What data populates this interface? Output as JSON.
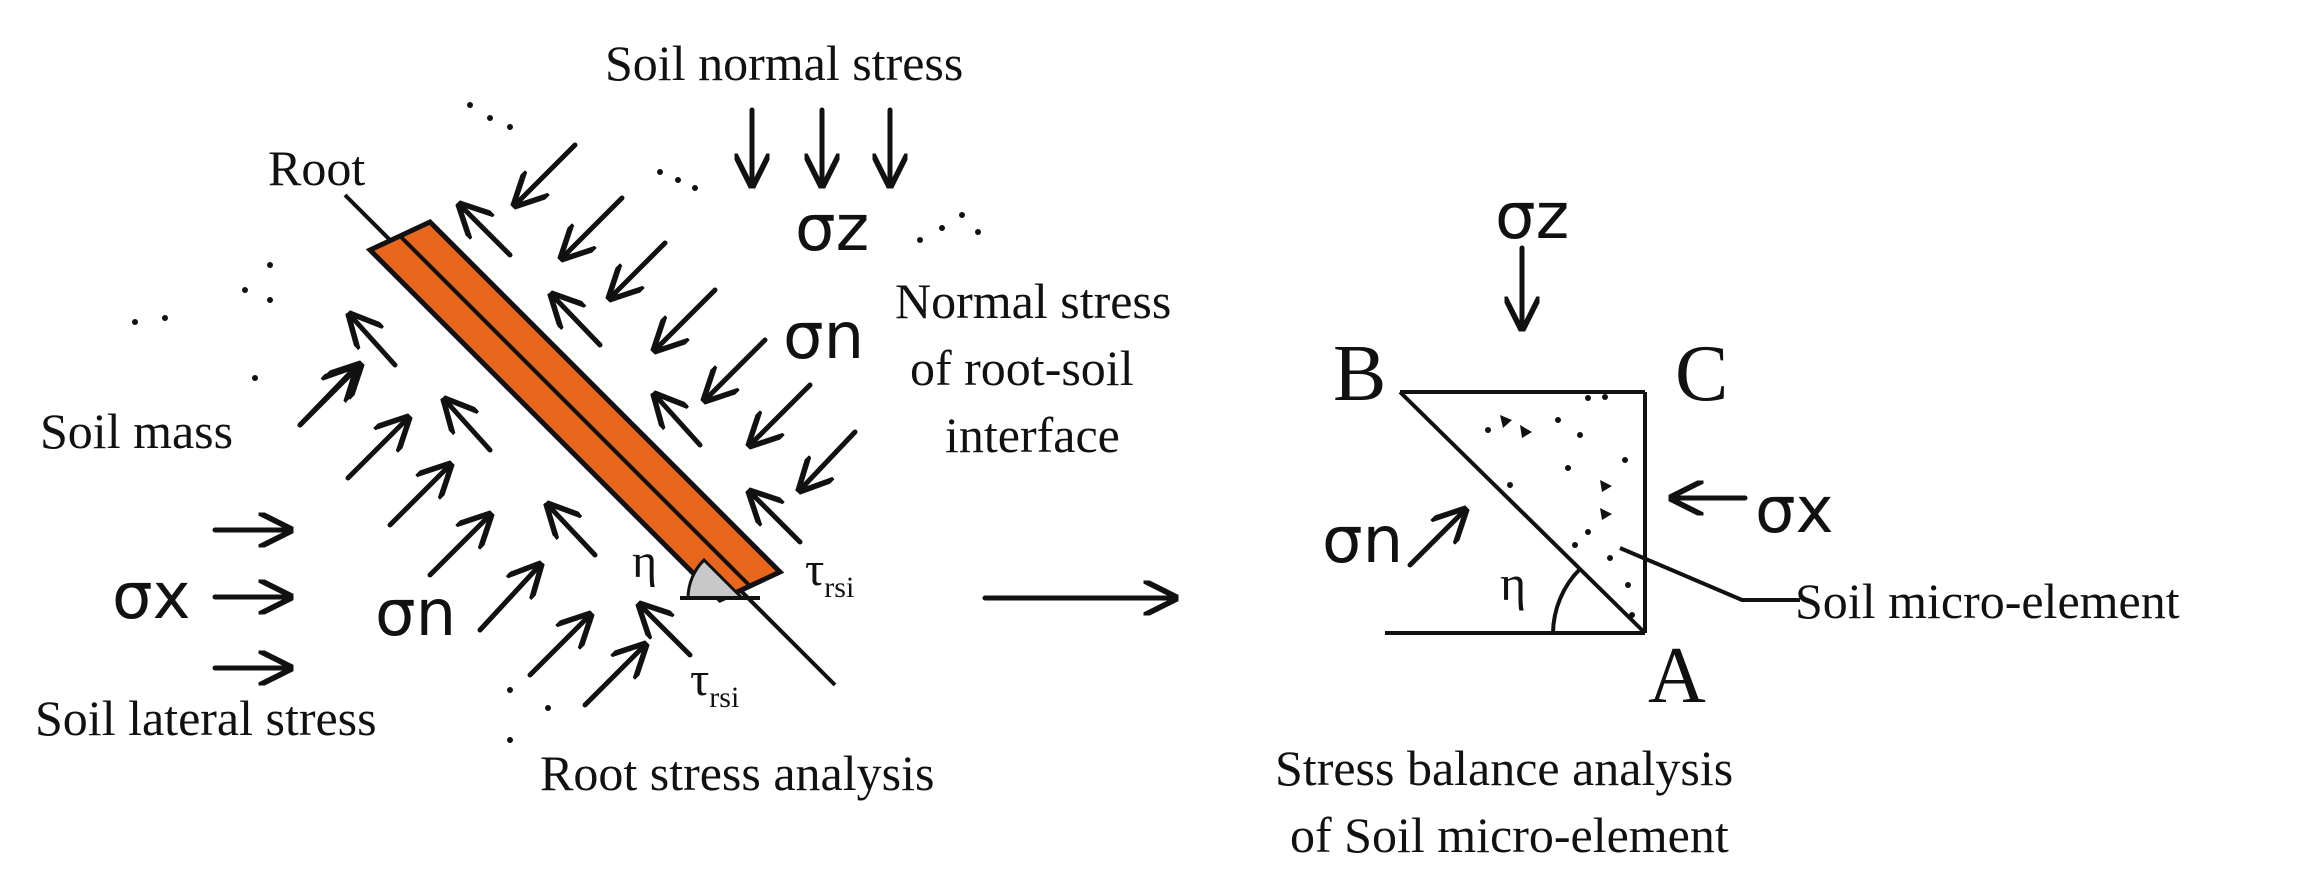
{
  "left": {
    "soil_normal_stress": "Soil normal stress",
    "root": "Root",
    "soil_mass": "Soil mass",
    "sigma_z": "σz",
    "sigma_n_upper": "σn",
    "sigma_n_lower": "σn",
    "sigma_x": "σx",
    "normal_stress_line1": "Normal stress",
    "normal_stress_line2": "of root-soil",
    "normal_stress_line3": "interface",
    "eta": "η",
    "tau_right_main": "τ",
    "tau_right_sub": "rsi",
    "tau_bottom_main": "τ",
    "tau_bottom_sub": "rsi",
    "soil_lateral_stress": "Soil lateral stress",
    "root_stress_analysis": "Root stress analysis"
  },
  "right": {
    "sigma_z": "σz",
    "B": "B",
    "C": "C",
    "A": "A",
    "sigma_n": "σn",
    "sigma_x": "σx",
    "eta": "η",
    "soil_micro_element": "Soil micro-element",
    "caption_line1": "Stress balance analysis",
    "caption_line2": "of Soil micro-element"
  },
  "colors": {
    "root_fill": "#E8671C",
    "angle_fill": "#C8C8C8",
    "ink": "#111111"
  }
}
